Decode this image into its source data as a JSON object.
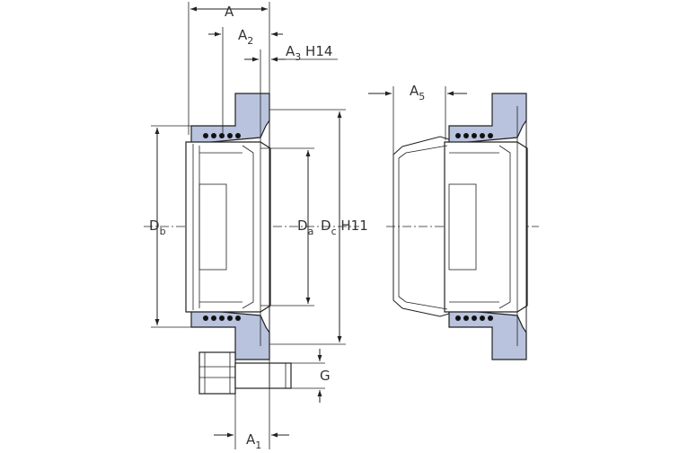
{
  "labels": {
    "A": "A",
    "A2_main": "A",
    "A2_sub": "2",
    "A3_main": "A",
    "A3_sub": "3",
    "A3_tol": " H14",
    "A5_main": "A",
    "A5_sub": "5",
    "Db_main": "D",
    "Db_sub": "b",
    "Da_main": "D",
    "Da_sub": "a",
    "Dc_main": "D",
    "Dc_sub": "c",
    "Dc_tol": " H11",
    "G": "G",
    "A1_main": "A",
    "A1_sub": "1"
  },
  "colors": {
    "housing": "#b9c3de",
    "line": "#222222"
  }
}
